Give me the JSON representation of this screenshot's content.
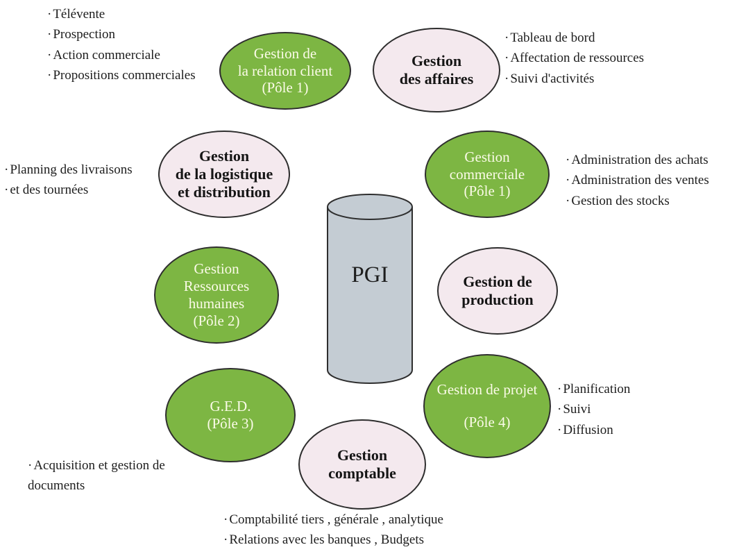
{
  "center": {
    "label": "PGI"
  },
  "modules": [
    {
      "id": "relation-client",
      "style": "green",
      "lines": [
        "Gestion de",
        "la relation client",
        "(Pôle 1)"
      ]
    },
    {
      "id": "affaires",
      "style": "pink",
      "lines": [
        "Gestion",
        "des affaires"
      ]
    },
    {
      "id": "logistique",
      "style": "pink",
      "lines": [
        "Gestion",
        "de la logistique",
        "et distribution"
      ]
    },
    {
      "id": "commerciale",
      "style": "green",
      "lines": [
        "Gestion",
        "commerciale",
        "(Pôle 1)"
      ]
    },
    {
      "id": "ressources-humaines",
      "style": "green",
      "lines": [
        "Gestion",
        "Ressources",
        "humaines",
        "(Pôle 2)"
      ]
    },
    {
      "id": "production",
      "style": "pink",
      "lines": [
        "Gestion de",
        "production"
      ]
    },
    {
      "id": "ged",
      "style": "green",
      "lines": [
        "G.E.D.",
        "(Pôle 3)"
      ]
    },
    {
      "id": "projet",
      "style": "green",
      "lines": [
        "Gestion de projet",
        "(Pôle 4)"
      ]
    },
    {
      "id": "comptable",
      "style": "pink",
      "lines": [
        "Gestion",
        "comptable"
      ]
    }
  ],
  "lists": {
    "relation_client": [
      "Télévente",
      "Prospection",
      "Action commerciale",
      "Propositions commerciales"
    ],
    "affaires": [
      "Tableau de bord",
      "Affectation de ressources",
      "Suivi d'activités"
    ],
    "logistique": [
      "Planning des livraisons",
      "et des tournées"
    ],
    "commerciale": [
      "Administration des achats",
      "Administration des ventes",
      "Gestion des stocks"
    ],
    "projet": [
      "Planification",
      "Suivi",
      "Diffusion"
    ],
    "ged": [
      "Acquisition et gestion de",
      "documents"
    ],
    "comptable": [
      "Comptabilité tiers , générale , analytique",
      "Relations avec les banques ,  Budgets"
    ]
  },
  "colors": {
    "green": "#7db643",
    "pink": "#f4e9ee",
    "cylinder": "#c4ccd3",
    "outline": "#2e2e2e"
  }
}
